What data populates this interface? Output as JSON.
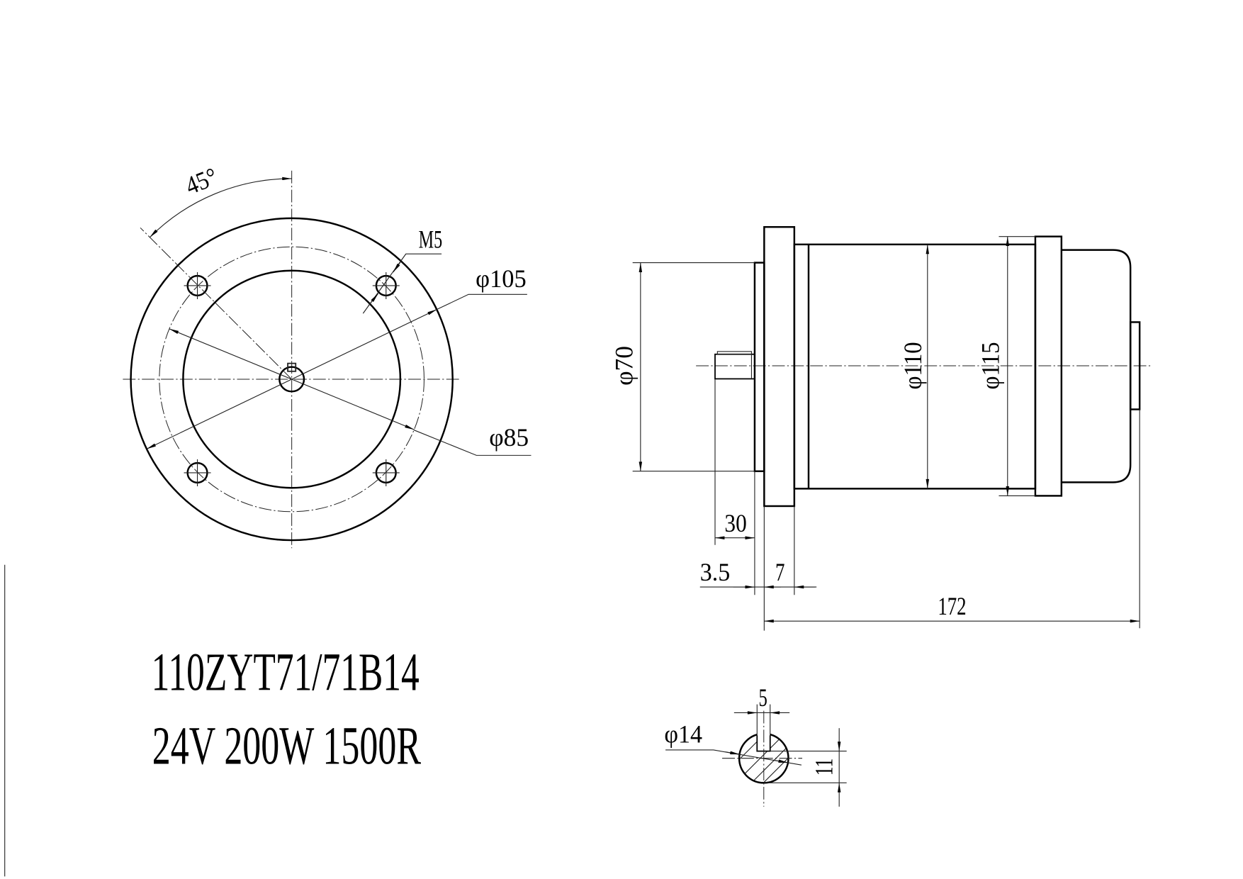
{
  "title": {
    "model": "110ZYT71/71B14",
    "specs": "24V 200W 1500R"
  },
  "front_view": {
    "angle_label": "45°",
    "thread_label": "M5",
    "outer_diameter_label": "φ105",
    "bolt_circle_label": "φ85"
  },
  "side_view": {
    "spigot_label": "φ70",
    "body_label": "φ110",
    "flange_label": "φ115",
    "shaft_length_label": "30",
    "spigot_depth_label": "3.5",
    "flange_thickness_label": "7",
    "overall_length_label": "172"
  },
  "shaft_section": {
    "diameter_label": "φ14",
    "key_width_label": "5",
    "key_depth_label": "11"
  }
}
